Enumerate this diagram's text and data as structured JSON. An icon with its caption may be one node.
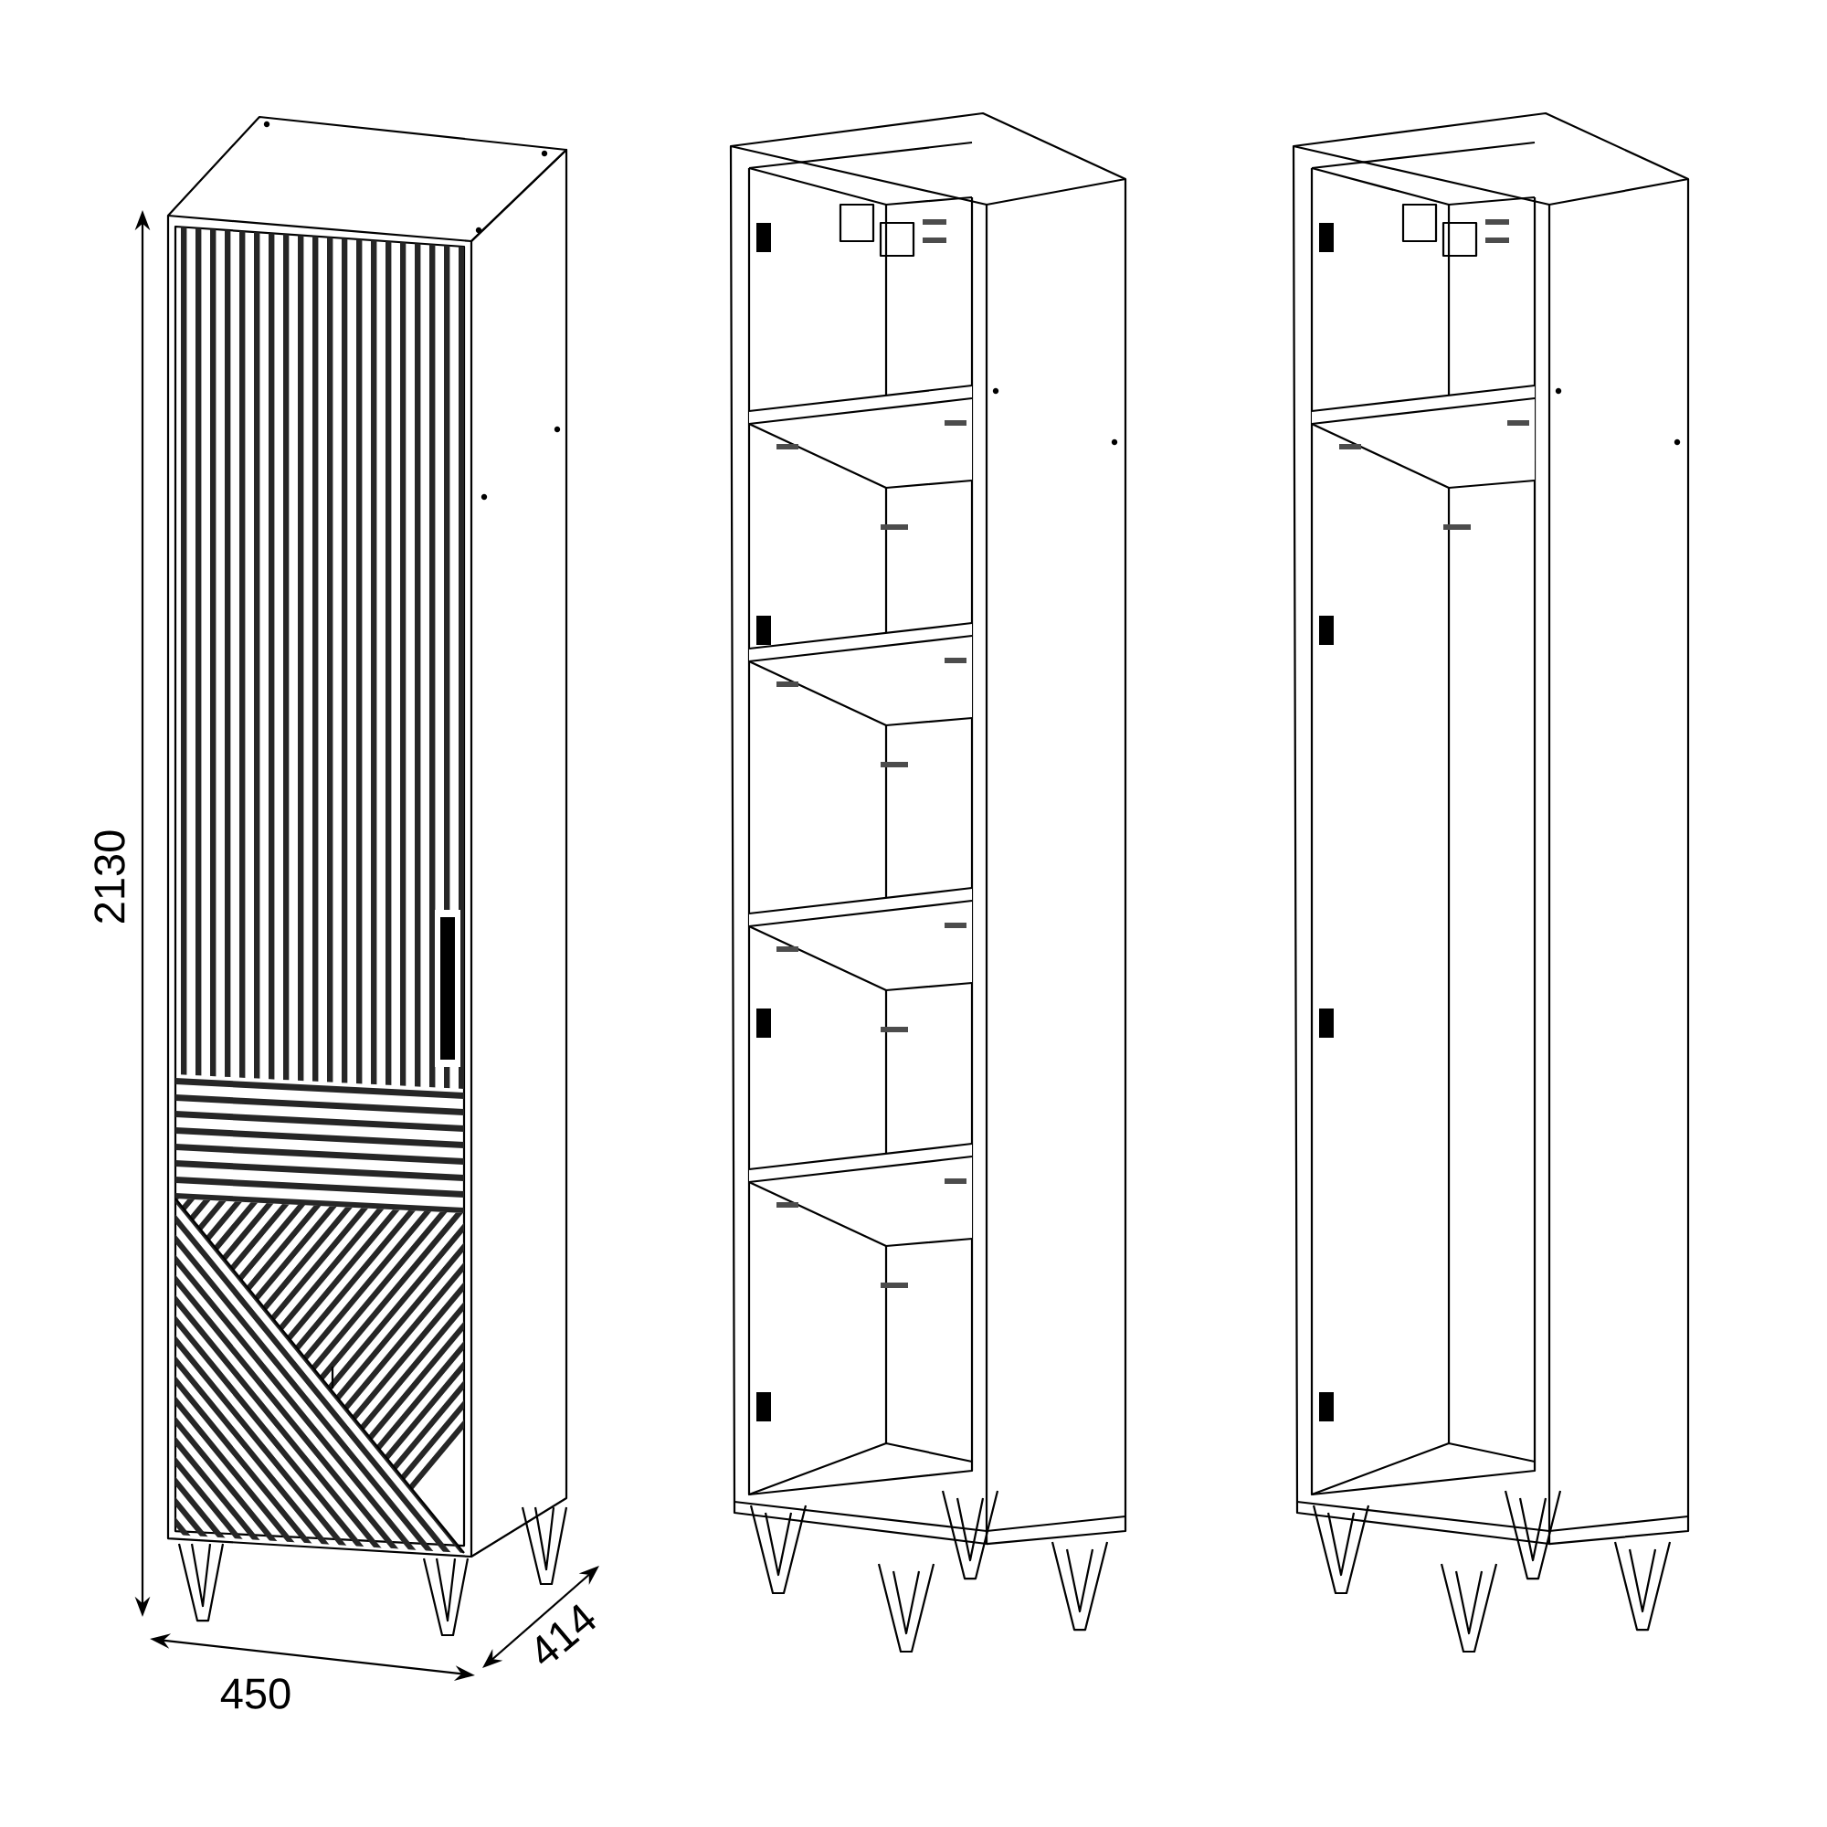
{
  "diagram": {
    "labels": [
      "2130",
      "450",
      "414"
    ]
  }
}
